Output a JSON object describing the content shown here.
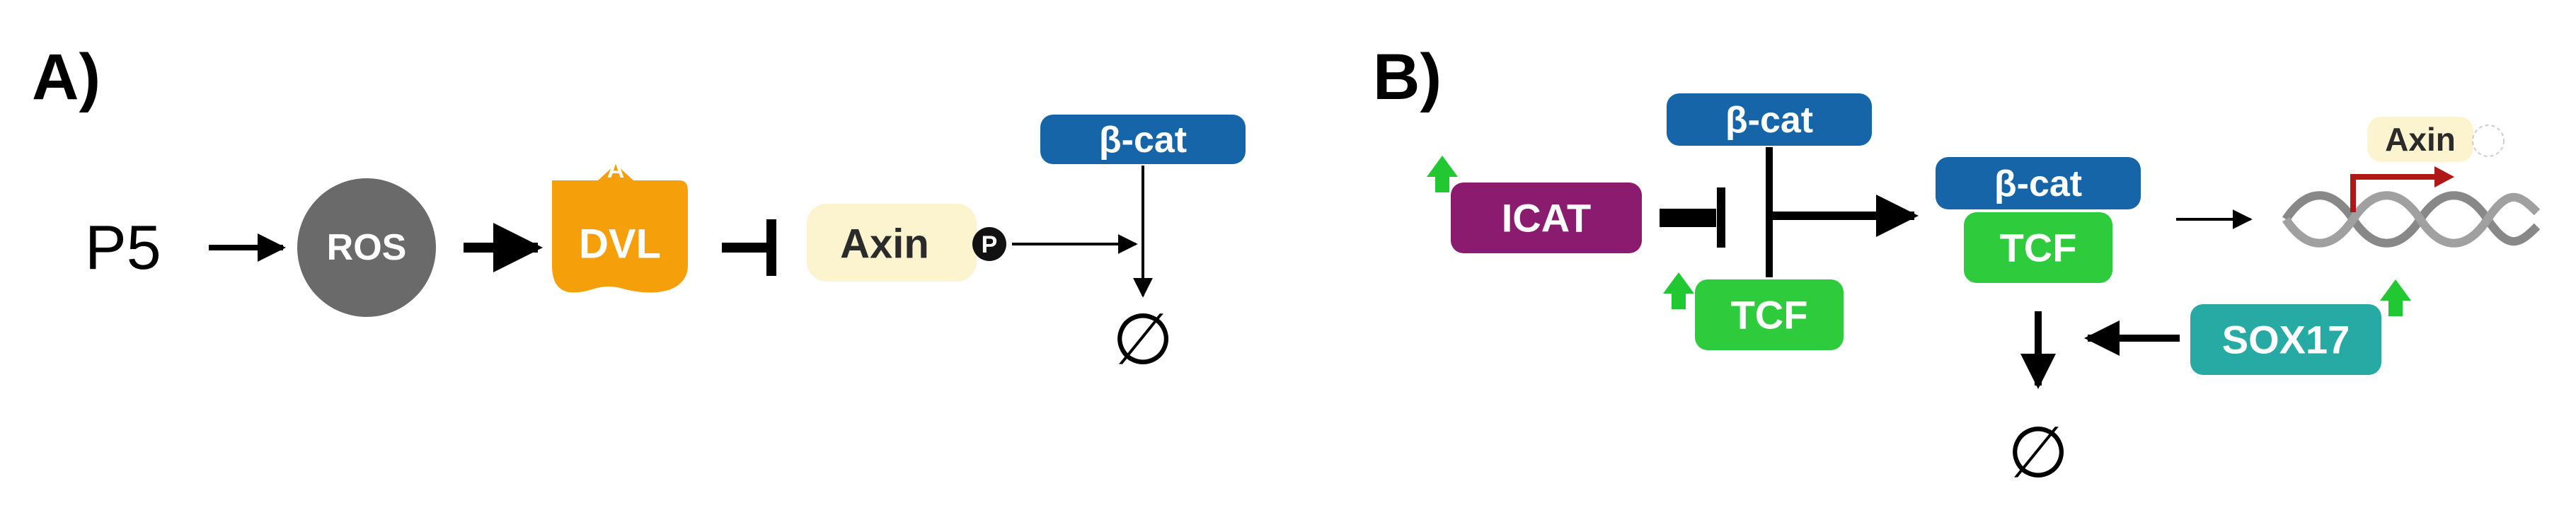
{
  "panel_a": {
    "label": "A)",
    "input": "P5",
    "nodes": {
      "ros": "ROS",
      "dvl": "DVL",
      "dvl_mark": "A",
      "axin": "Axin",
      "phospho": "P",
      "bcat": "β-cat"
    },
    "degradation": "∅"
  },
  "panel_b": {
    "label": "B)",
    "nodes": {
      "icat": "ICAT",
      "bcat_free": "β-cat",
      "tcf_free": "TCF",
      "bcat_complex": "β-cat",
      "tcf_complex": "TCF",
      "axin_gene": "Axin",
      "sox17": "SOX17"
    },
    "degradation": "∅"
  },
  "colors": {
    "ros": "#6a6a6a",
    "dvl": "#f5a00a",
    "axin": "#fcf4cf",
    "bcat": "#1565a8",
    "icat": "#8a1b6e",
    "tcf": "#2ecb3c",
    "sox17": "#27aaa4",
    "up_arrow": "#22c832",
    "promoter": "#b01818",
    "dna": "#888888"
  }
}
